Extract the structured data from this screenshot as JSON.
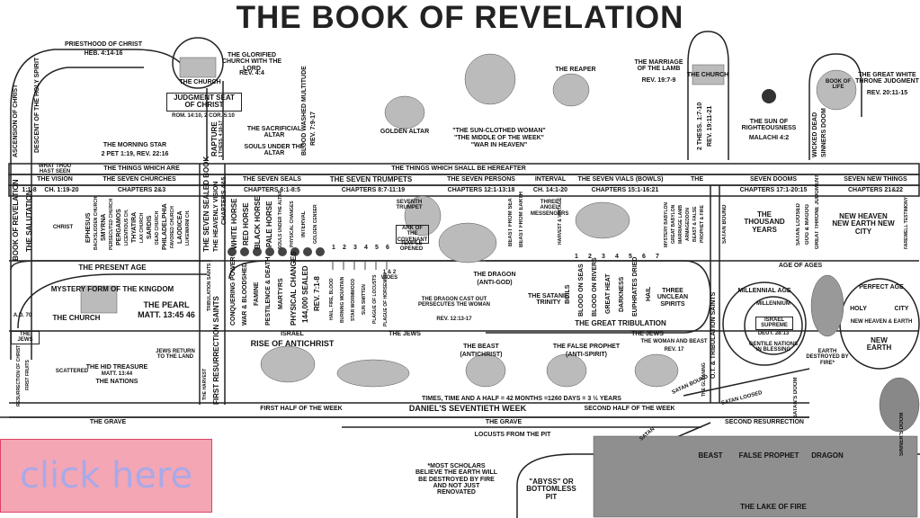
{
  "title": "THE BOOK OF REVELATION",
  "top": {
    "priesthood": "PRIESTHOOD OF CHRIST",
    "priesthood_ref": "HEB. 4:14-16",
    "ascension": "ASCENSION OF CHRIST",
    "descent": "DESCENT OF THE HOLY SPIRIT",
    "the_church": "THE CHURCH",
    "glorified": "THE GLORIFIED CHURCH WITH THE LORD",
    "glorified_ref": "REV. 4:4",
    "judgment_seat": "JUDGMENT SEAT OF CHRIST",
    "judgment_ref": "ROM. 14:10, 2 COR. 5:10",
    "rapture": "RAPTURE",
    "rapture_ref": "1 THESS. 4:16-17",
    "morning_star": "THE MORNING STAR",
    "morning_ref": "2 PET 1:19, REV. 22:16",
    "altar": "THE SACRIFICIAL ALTAR",
    "souls": "SOULS UNDER THE ALTAR",
    "blood": "BLOOD WASHED MULTITUDE",
    "blood_ref": "REV. 7:9-17",
    "golden_altar": "GOLDEN ALTAR",
    "sun_woman": "\"THE SUN-CLOTHED WOMAN\"",
    "middle_week": "\"THE MIDDLE OF THE WEEK\"",
    "war_heaven": "\"WAR IN HEAVEN\"",
    "reaper": "THE REAPER",
    "marriage": "THE MARRIAGE OF THE LAMB",
    "marriage_ref": "REV. 19:7-9",
    "the_church2": "THE CHURCH",
    "thess": "2 THESS. 1:7-10",
    "rev19": "REV. 19:11-21",
    "sun_right": "THE SUN OF RIGHTEOUSNESS",
    "malachi": "MALACHI 4:2",
    "wicked_dead": "WICKED DEAD",
    "sinners_doom": "SINNERS DOOM",
    "white_throne": "THE GREAT WHITE THRONE JUDGMENT",
    "white_ref": "REV. 20:11-15",
    "book_of_life": "BOOK OF LIFE"
  },
  "band1": {
    "what_thou": "WHAT THOU HAST SEEN",
    "things_are": "THE THINGS WHICH ARE",
    "hereafter": "THE THINGS WHICH SHALL BE HEREAFTER"
  },
  "band2": [
    "THE VISION",
    "THE SEVEN CHURCHES",
    "THE SEVEN SEALS",
    "THE SEVEN TRUMPETS",
    "THE SEVEN PERSONS",
    "INTERVAL",
    "THE SEVEN VIALS (BOWLS)",
    "THE",
    "SEVEN DOOMS",
    "SEVEN NEW THINGS"
  ],
  "band3": [
    "1:1-8",
    "CH. 1:19-20",
    "CHAPTERS 2&3",
    "CHAPTERS 6:1-8:5",
    "CHAPTERS 8:7-11:19",
    "CHAPTERS 12:1-13:18",
    "CH. 14:1-20",
    "CHAPTERS 15:1-16:21",
    "CHAPTERS 17:1-20:15",
    "CHAPTERS 21&22"
  ],
  "left_side": {
    "book": "BOOK OF REVELATION",
    "salutation": "THE SALUTATION",
    "christ": "CHRIST",
    "churches": [
      "EPHESUS",
      "SMYRNA",
      "PERGAMOS",
      "THYATIRA",
      "SARDIS",
      "PHILADELPHIA",
      "LAODICEA"
    ],
    "church_desc": [
      "BACKSLIDDEN CHURCH",
      "PERSECUTED CHURCH",
      "LICENTIOUS CH.",
      "LAX CHURCH",
      "DEAD CHURCH",
      "FAVORED CHURCH",
      "LUKEWARM CH."
    ],
    "sealed_book": "THE SEVEN SEALED BOOK",
    "heavenly": "THE HEAVENLY VISION",
    "chapters45": "CHAPTERS 4&5"
  },
  "seals": [
    "WHITE HORSE",
    "RED HORSE",
    "BLACK HORSE",
    "PALE HORSE",
    "SOULS UNDER THE ALTAR",
    "PHYSICAL CHANGES",
    "INTERVAL",
    "GOLDEN CENSER"
  ],
  "seals_lower": [
    "CONQUERING POWER",
    "WAR & BLOODSHED",
    "FAMINE",
    "PESTILENCE & DEATH",
    "MARTYRS",
    "PHYSICAL CHANGES",
    "144,000 SEALED",
    "REV. 7:1-8"
  ],
  "trumpets": {
    "seventh": "SEVENTH TRUMPET",
    "nums": [
      "1",
      "2",
      "3",
      "4",
      "5",
      "6"
    ],
    "lower": [
      "HAIL, FIRE, BLOOD",
      "BURNING MOUNTAIN",
      "STAR WORMWOOD",
      "SUN SMITTEN",
      "PLAGUE OF LOCUSTS",
      "PLAGUE OF HORSEMEN"
    ],
    "woes": "1 & 2 WOES",
    "ark": "ARK OF THE COVENANT",
    "temple": "TEMPLE OPENED"
  },
  "persons": {
    "beast_sea": "BEAST FROM SEA",
    "beast_earth": "BEAST FROM EARTH",
    "three_angel": "THREE ANGEL MESSENGERS",
    "harvest": "HARVEST & VINTAGE",
    "dragon": "THE DRAGON",
    "anti_god": "(ANTI-GOD)",
    "dragon_cast": "THE DRAGON CAST OUT PERSECUTES THE WOMAN",
    "rev12": "REV. 12:13-17",
    "satanic": "THE SATANIC TRINITY",
    "great_trib": "THE GREAT TRIBULATION",
    "three_unclean": "THREE UNCLEAN SPIRITS",
    "beast": "THE BEAST",
    "antichrist": "(ANTICHRIST)",
    "false_prophet": "THE FALSE PROPHET",
    "anti_spirit": "(ANTI-SPIRIT)",
    "woman_beast": "THE WOMAN AND BEAST",
    "rev17": "REV. 17"
  },
  "vials": {
    "nums": [
      "1",
      "2",
      "3",
      "4",
      "5",
      "6",
      "7"
    ],
    "lower": [
      "BOILS",
      "BLOOD ON SEAS",
      "BLOOD ON RIVERS",
      "GREAT HEAT",
      "DARKNESS",
      "EUPHRATES DRIED",
      "HAIL"
    ]
  },
  "dooms": [
    "MYSTERY BABYLON",
    "GREAT BABYLON",
    "MARRIAGE LAMB",
    "ARMAGEDDON",
    "BEAST & FALSE",
    "PROPHET & FIRE",
    "SATAN BOUND"
  ],
  "thousand": "THE THOUSAND YEARS",
  "satan_loosed": "SATAN LOOSED",
  "gog": "GOG & MAGOG",
  "throne_judgment": "GREAT THRONE JUDGMENT",
  "new_things": "NEW HEAVEN NEW EARTH NEW CITY",
  "farewell": "FAREWELL TESTIMONY",
  "age_of_ages": "AGE OF AGES",
  "present_age": "THE PRESENT AGE",
  "mystery_form": "MYSTERY FORM OF THE KINGDOM",
  "church_mid": "THE CHURCH",
  "ad70": "A.D. 70",
  "pearl": "THE PEARL",
  "pearl_ref": "MATT. 13:45 46",
  "jews": "THE JEWS",
  "hid_treasure": "THE HID TREASURE",
  "hid_ref": "MATT. 13:44",
  "nations": "THE NATIONS",
  "jews_return": "JEWS RETURN TO THE LAND",
  "scattered": "SCATTERED",
  "first_fruits": "FIRST FRUITS",
  "resurrection_christ": "RESURRECTION OF CHRIST",
  "harvest_left": "THE HARVEST",
  "first_res": "FIRST RESURRECTION SAINTS",
  "tribulation_saints": "TRIBULATION SAINTS",
  "israel": "ISRAEL",
  "the_jews": "THE JEWS",
  "the_jews2": "THE JEWS",
  "rise": "RISE OF ANTICHRIST",
  "times": "TIMES, TIME AND A HALF = 42 MONTHS =1260 DAYS = 3 ½ YEARS",
  "first_half": "FIRST HALF OF THE WEEK",
  "daniel": "DANIEL'S SEVENTIETH WEEK",
  "second_half": "SECOND HALF OF THE WEEK",
  "the_grave": "THE GRAVE",
  "the_grave2": "THE GRAVE",
  "second_res": "SECOND RESURRECTION",
  "locusts": "LOCUSTS FROM THE PIT",
  "satan_bound": "SATAN BOUND",
  "satan_loosed2": "SATAN LOOSED",
  "satans_doom": "SATAN'S DOOM",
  "sinners_doom2": "SINNER'S DOOM",
  "ot_saints": "O.T. & TRIBULATION SAINTS",
  "gleaning": "THE GLEANING",
  "millennial": {
    "age": "MILLENNIAL AGE",
    "millennium": "MILLENNIUM",
    "israel": "ISRAEL SUPREME",
    "deut": "DEUT. 28:13",
    "gentile": "GENTILE NATIONS IN BLESSING"
  },
  "perfect": {
    "age": "PERFECT AGE",
    "holy": "HOLY",
    "city": "CITY",
    "new_he": "NEW HEAVEN & EARTH",
    "new_earth": "NEW EARTH"
  },
  "earth_destroyed": "EARTH DESTROYED BY FIRE*",
  "scholars": "*MOST SCHOLARS BELIEVE THE EARTH WILL BE DESTROYED BY FIRE AND NOT JUST RENOVATED",
  "abyss": "\"ABYSS\" OR BOTTOMLESS PIT",
  "lake": "THE LAKE OF FIRE",
  "lake_beast": "BEAST",
  "lake_fp": "FALSE PROPHET",
  "lake_dragon": "DRAGON",
  "satan": "SATAN",
  "click_here": "click here"
}
